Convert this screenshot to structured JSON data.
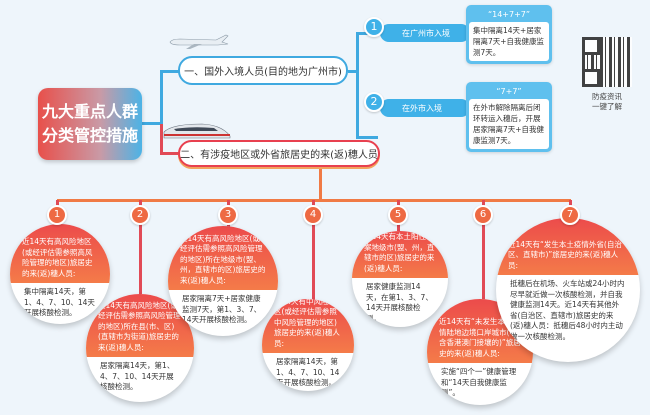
{
  "title": "九大重点人群分类管控措施",
  "categories": [
    {
      "label": "一、国外入境人员(目的地为广州市)",
      "icon": "airplane-icon"
    },
    {
      "label": "二、有涉疫地区或外省旅居史的来(返)穗人员",
      "icon": "train-icon"
    }
  ],
  "entry": [
    {
      "num": "1",
      "label": "在广州市入境",
      "formula": "“14+7+7”",
      "detail": "集中隔离14天+居家隔离7天+自我健康监测7天。"
    },
    {
      "num": "2",
      "label": "在外市入境",
      "formula": "“7+7”",
      "detail": "在外市解除隔离后闭环转运入穗后，开展居家隔离7天+自我健康监测7天。"
    }
  ],
  "qr": {
    "caption1": "防疫资讯",
    "caption2": "一键了解"
  },
  "groups": [
    {
      "num": "1",
      "condition": "近14天有高风险地区(或经评估需参照高风险管理的地区)旅居史的来(返)穗人员:",
      "measure": "集中隔离14天，第1、4、7、10、14天开展核酸检测。"
    },
    {
      "num": "2",
      "condition": "近14天有高风险地区(或经评估需参照高风险管理的地区)所在县(市、区)(直辖市为街道)旅居史的来(返)穗人员:",
      "measure": "居家隔离14天，第1、4、7、10、14天开展核酸检测。"
    },
    {
      "num": "3",
      "condition": "近14天有高风险地区(或经评估需参照高风险管理的地区)所在地级市(盟、州，直辖市的区)旅居史的来(返)穗人员:",
      "measure": "居家隔离7天+居家健康监测7天，第1、3、7、14天开展核酸检测。"
    },
    {
      "num": "4",
      "condition": "近14天有中风险地区(或经评估需参照中风险管理的地区)旅居史的来(返)穗人员:",
      "measure": "居家隔离14天，第1、4、7、10、14天开展核酸检测。"
    },
    {
      "num": "5",
      "condition": "近14天有本土阳性个案地级市(盟、州，直辖市的区)旅居史的来(返)穗人员:",
      "measure": "居家健康监测14天，在第1、3、7、14天开展核酸检测。"
    },
    {
      "num": "6",
      "condition": "近14天有“未发生本土疫情陆地边境口岸城市(不含香港澳门接壤的)”旅居史的来(返)穗人员:",
      "measure": "实施“四个一”健康管理和“14天自我健康监测”。"
    },
    {
      "num": "7",
      "condition": "近14天有“发生本土疫情外省(自治区、直辖市)”旅居史的来(返)穗人员:",
      "measure": "抵穗后在机场、火车站或24小时内尽早就近做一次核酸检测，并自我健康监测14天。近14天有其他外省(自治区、直辖市)旅居史的来(返)穗人员：抵穗后48小时内主动做一次核酸检测。"
    }
  ]
}
